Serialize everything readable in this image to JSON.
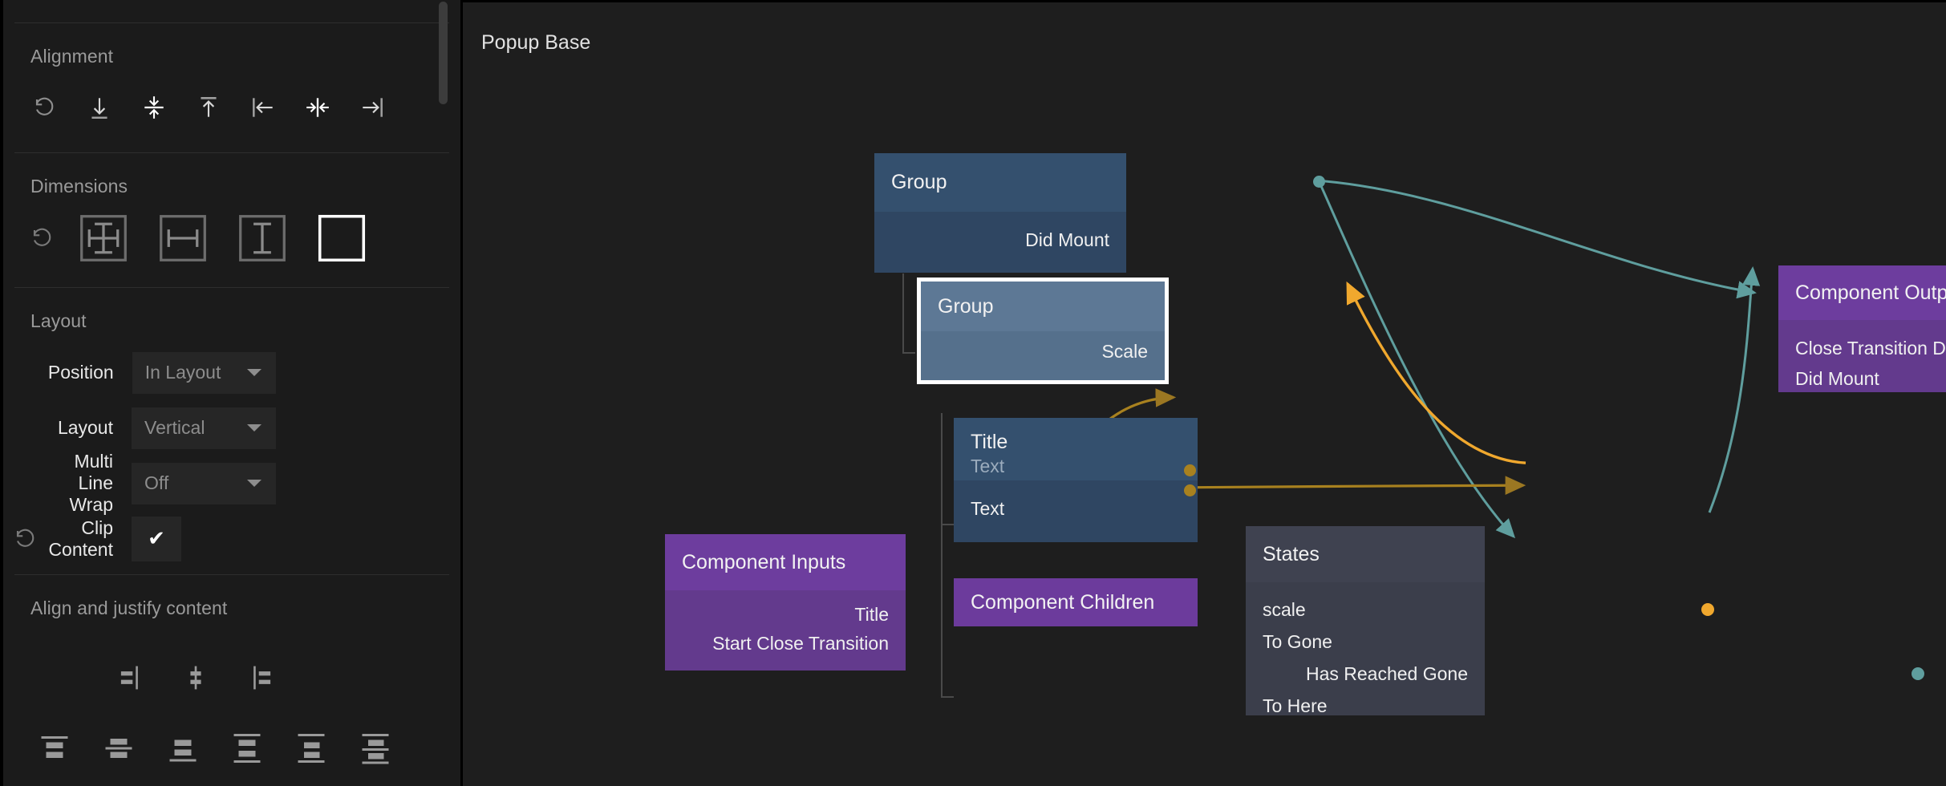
{
  "inspector": {
    "sections": [
      {
        "title": "Alignment"
      },
      {
        "title": "Dimensions"
      },
      {
        "title": "Layout"
      },
      {
        "title": "Align and justify content"
      }
    ],
    "alignment": {
      "title": "Alignment",
      "buttons": [
        {
          "name": "reset-alignment",
          "icon": "reset-icon"
        },
        {
          "name": "align-bottom",
          "icon": "align-bottom-icon"
        },
        {
          "name": "align-vertical-center",
          "icon": "align-vertical-center-icon"
        },
        {
          "name": "align-top",
          "icon": "align-top-icon"
        },
        {
          "name": "align-left",
          "icon": "align-left-icon"
        },
        {
          "name": "align-horizontal-center",
          "icon": "align-horizontal-center-icon"
        },
        {
          "name": "align-right",
          "icon": "align-right-icon"
        }
      ]
    },
    "dimensions": {
      "title": "Dimensions",
      "buttons": [
        {
          "name": "reset-dimensions",
          "icon": "reset-icon",
          "selected": false
        },
        {
          "name": "size-both",
          "icon": "size-both-icon",
          "selected": false
        },
        {
          "name": "size-width",
          "icon": "size-width-icon",
          "selected": false
        },
        {
          "name": "size-height",
          "icon": "size-height-icon",
          "selected": false
        },
        {
          "name": "size-fixed",
          "icon": "size-fixed-icon",
          "selected": true
        }
      ]
    },
    "layout": {
      "title": "Layout",
      "fields": [
        {
          "label": "Position",
          "value": "In Layout",
          "type": "select",
          "has_reset": false
        },
        {
          "label": "Layout",
          "value": "Vertical",
          "type": "select",
          "has_reset": false
        },
        {
          "label": "Multi Line Wrap",
          "value": "Off",
          "type": "select",
          "has_reset": false
        },
        {
          "label": "Clip Content",
          "value": "✔",
          "type": "checkbox",
          "has_reset": true
        }
      ]
    },
    "align_justify": {
      "title": "Align and justify content",
      "row_a": [
        {
          "name": "justify-start",
          "icon": "justify-start-icon"
        },
        {
          "name": "justify-center",
          "icon": "justify-center-icon"
        },
        {
          "name": "justify-end",
          "icon": "justify-end-icon"
        }
      ],
      "row_b": [
        {
          "name": "align-content-start",
          "icon": "align-content-start-icon"
        },
        {
          "name": "align-content-center",
          "icon": "align-content-center-icon"
        },
        {
          "name": "align-content-end",
          "icon": "align-content-end-icon"
        },
        {
          "name": "align-content-space-between",
          "icon": "space-between-icon"
        },
        {
          "name": "align-content-space-around",
          "icon": "space-around-icon"
        },
        {
          "name": "align-content-space-evenly",
          "icon": "space-evenly-icon"
        }
      ]
    }
  },
  "graph": {
    "title": "Popup Base",
    "nodes": {
      "group_top": {
        "title": "Group",
        "outputs": [
          {
            "label": "Did Mount",
            "connected": true
          }
        ]
      },
      "group_selected": {
        "title": "Group",
        "inputs": [
          {
            "label": "Scale",
            "connected": true
          }
        ],
        "selected": true
      },
      "title_text": {
        "title": "Title",
        "subtitle": "Text",
        "inputs": [
          {
            "label": "Text",
            "connected": true
          }
        ]
      },
      "component_children": {
        "title": "Component Children"
      },
      "component_inputs": {
        "title": "Component Inputs",
        "outputs": [
          {
            "label": "Title",
            "connected": true
          },
          {
            "label": "Start Close Transition",
            "connected": true
          }
        ]
      },
      "states": {
        "title": "States",
        "inputs": [
          {
            "label": "scale",
            "connected": true
          },
          {
            "label": "To Gone",
            "connected": true
          },
          {
            "label": "To Here",
            "connected": true
          }
        ],
        "outputs": [
          {
            "label": "Has Reached Gone",
            "connected": true
          }
        ]
      },
      "component_outputs": {
        "title": "Component Outputs",
        "inputs": [
          {
            "label": "Close Transition Done",
            "connected": true
          },
          {
            "label": "Did Mount",
            "connected": true
          }
        ]
      }
    }
  },
  "colors": {
    "canvas_bg": "#1e1e1e",
    "panel_bg": "#1b1b1b",
    "node_blue_head": "#34506e",
    "node_blue_body": "#2f4662",
    "node_blue_light_head": "#5d7895",
    "node_purple": "#6d3d9e",
    "node_grey": "#3f4250",
    "wire_teal": "#5a9a9a",
    "wire_orange": "#f0a82e",
    "wire_gold": "#a07a22",
    "selection_white": "#ffffff"
  }
}
